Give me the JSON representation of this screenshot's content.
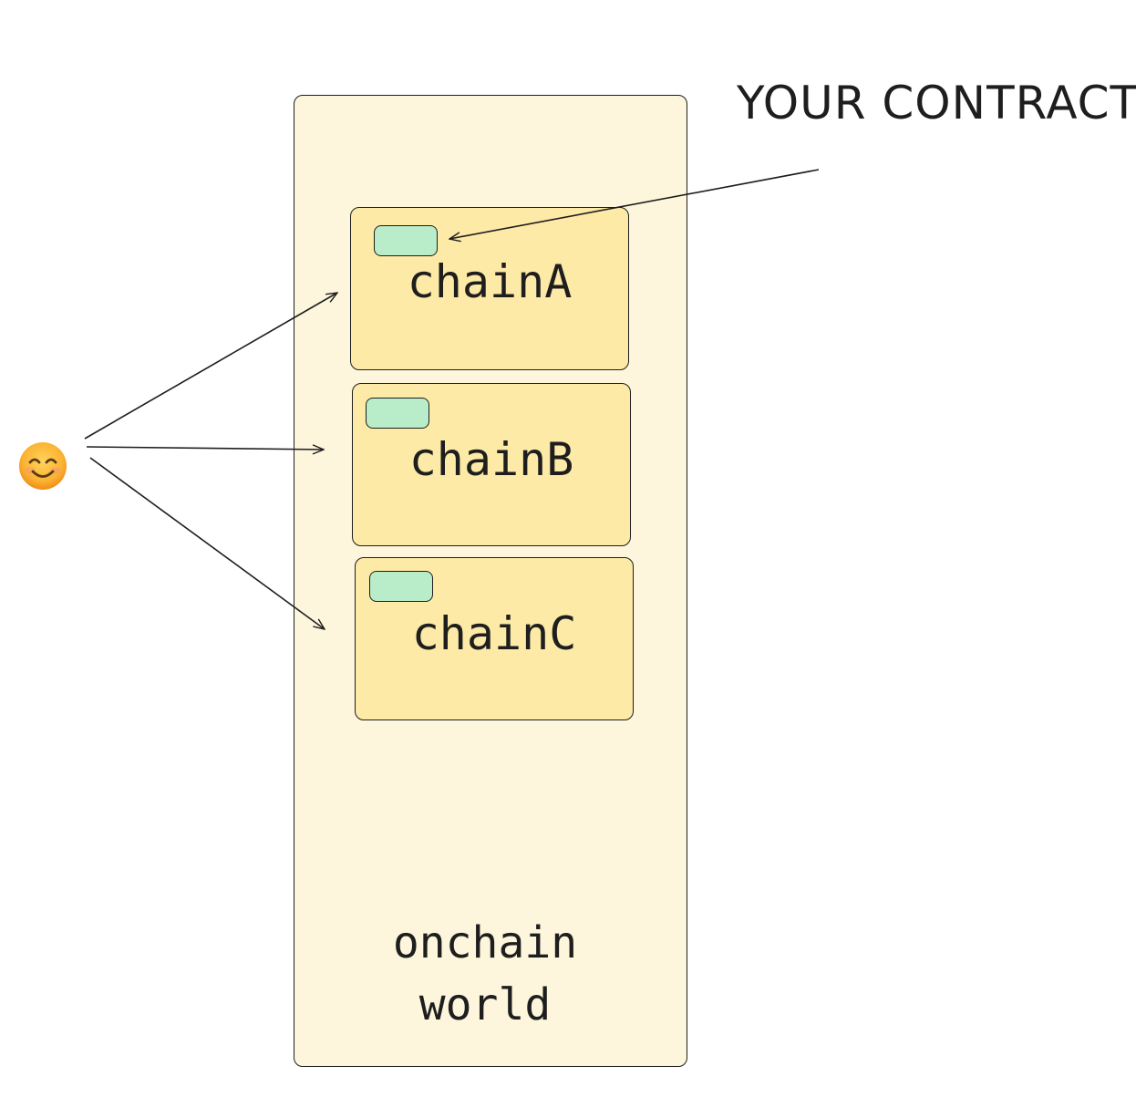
{
  "title": "YOUR CONTRACT",
  "user": {
    "icon": "smiling-face-emoji-icon"
  },
  "world": {
    "label": "onchain\nworld"
  },
  "chains": [
    {
      "label": "chainA"
    },
    {
      "label": "chainB"
    },
    {
      "label": "chainC"
    }
  ],
  "colors": {
    "world_fill": "#fdf6dc",
    "chain_fill": "#fdeaa6",
    "contract_fill": "#b9ecc8",
    "stroke": "#1e1e1e"
  }
}
